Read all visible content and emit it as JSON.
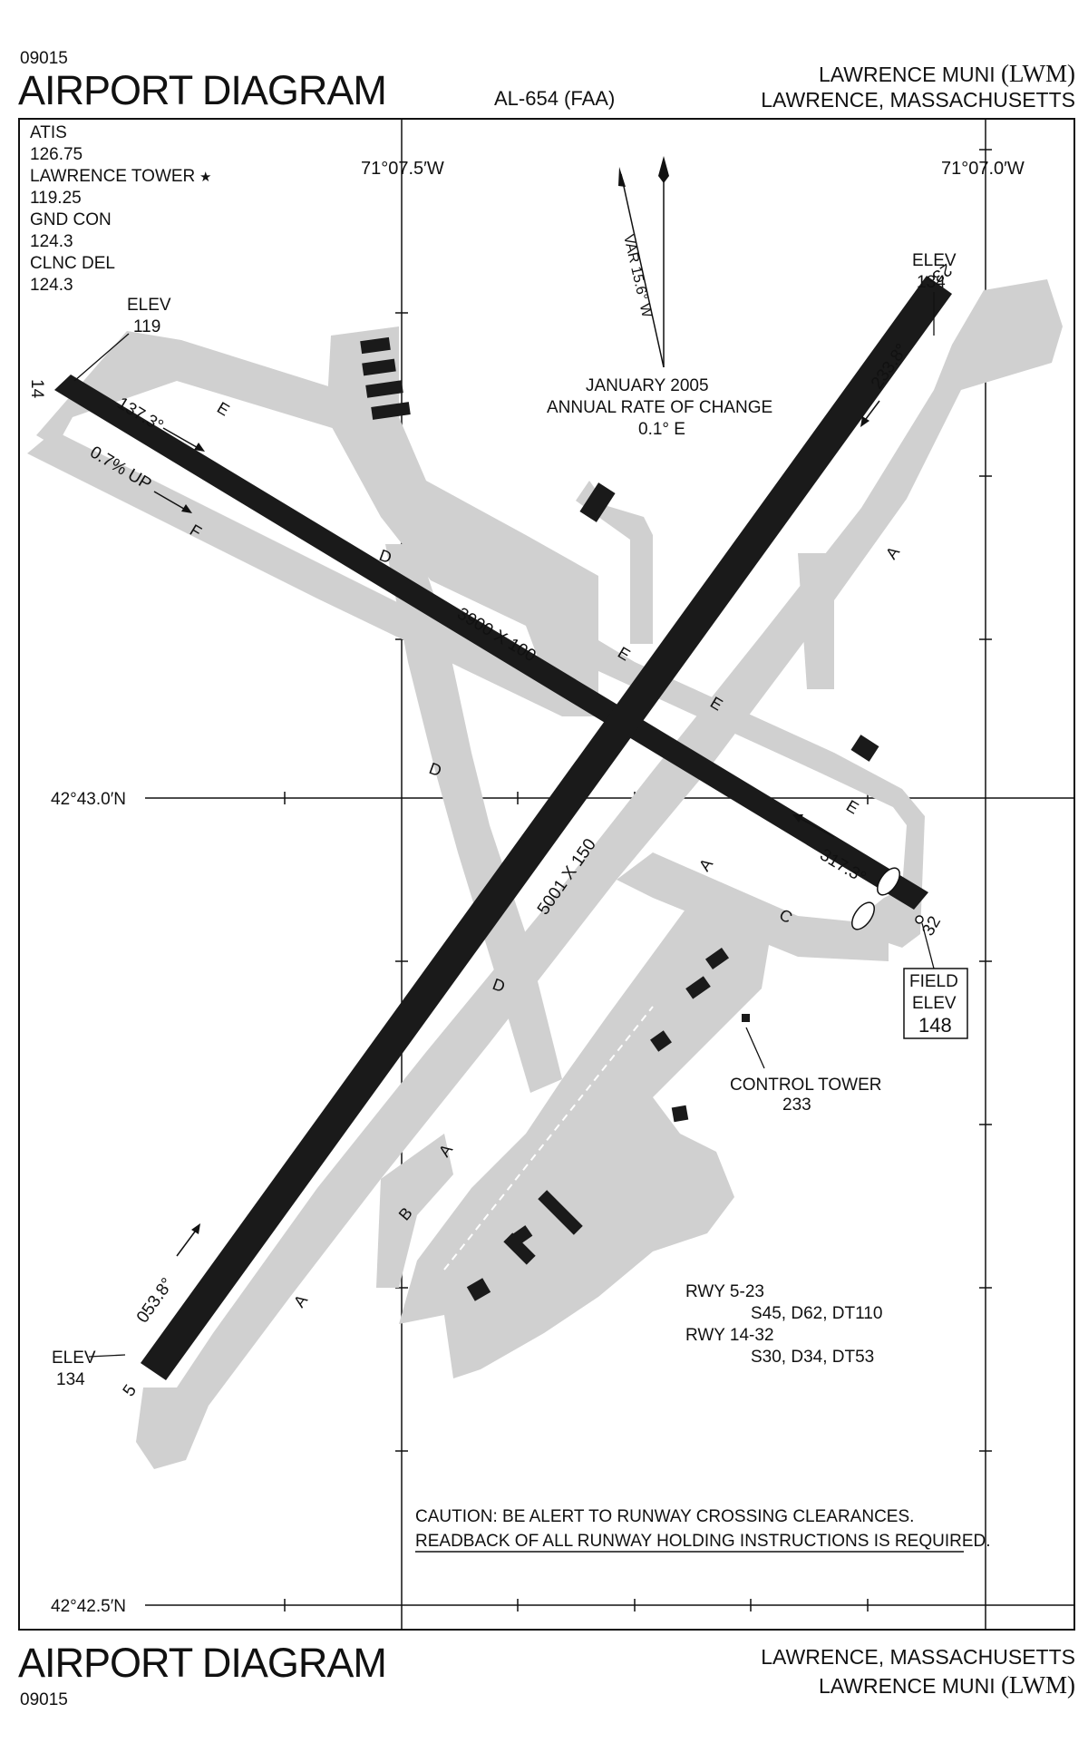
{
  "header": {
    "code_top": "09015",
    "title_top": "AIRPORT DIAGRAM",
    "chart_number": "AL-654 (FAA)",
    "airport_name": "LAWRENCE MUNI",
    "airport_id": "(LWM)",
    "city_state": "LAWRENCE, MASSACHUSETTS"
  },
  "footer": {
    "title": "AIRPORT DIAGRAM",
    "code": "09015",
    "city_state": "LAWRENCE, MASSACHUSETTS",
    "airport_name": "LAWRENCE MUNI",
    "airport_id": "(LWM)"
  },
  "frequencies": [
    {
      "label": "ATIS",
      "value": "126.75"
    },
    {
      "label": "LAWRENCE TOWER",
      "value": "119.25"
    },
    {
      "label": "GND CON",
      "value": "124.3"
    },
    {
      "label": "CLNC DEL",
      "value": "124.3"
    }
  ],
  "tower_star": "★",
  "grid": {
    "lon_left": "71°07.5′W",
    "lon_right": "71°07.0′W",
    "lat_mid": "42°43.0′N",
    "lat_bottom": "42°42.5′N"
  },
  "magvar": {
    "var": "VAR 15.6° W",
    "date": "JANUARY 2005",
    "rate": "ANNUAL RATE OF CHANGE",
    "change": "0.1° E"
  },
  "runways": {
    "r14_32": {
      "size": "3900 X 100",
      "end14": "14",
      "end32": "32",
      "hdg14": "137.3°",
      "hdg32": "317.3°",
      "grade": "0.7% UP",
      "elev14_label": "ELEV",
      "elev14": "119"
    },
    "r5_23": {
      "size": "5001 X 150",
      "end5": "5",
      "end23": "23",
      "hdg5": "053.8°",
      "hdg23": "233.8°",
      "elev23_label": "ELEV",
      "elev23": "134",
      "elev5_label": "ELEV",
      "elev5": "134"
    }
  },
  "field_elev": {
    "line1": "FIELD",
    "line2": "ELEV",
    "value": "148"
  },
  "control_tower": {
    "label": "CONTROL TOWER",
    "value": "233"
  },
  "taxiways": {
    "A1": "A",
    "A2": "A",
    "A3": "A",
    "A4": "A",
    "B": "B",
    "C": "C",
    "D1": "D",
    "D2": "D",
    "D3": "D",
    "E1": "E",
    "E2": "E",
    "E3": "E",
    "E4": "E",
    "F": "F"
  },
  "strength": {
    "rwy1": "RWY 5-23",
    "rwy1_vals": "S45, D62, DT110",
    "rwy2": "RWY 14-32",
    "rwy2_vals": "S30, D34, DT53"
  },
  "caution": {
    "line1": "CAUTION:  BE ALERT TO RUNWAY CROSSING CLEARANCES.",
    "line2": "READBACK OF ALL RUNWAY HOLDING INSTRUCTIONS IS REQUIRED."
  }
}
